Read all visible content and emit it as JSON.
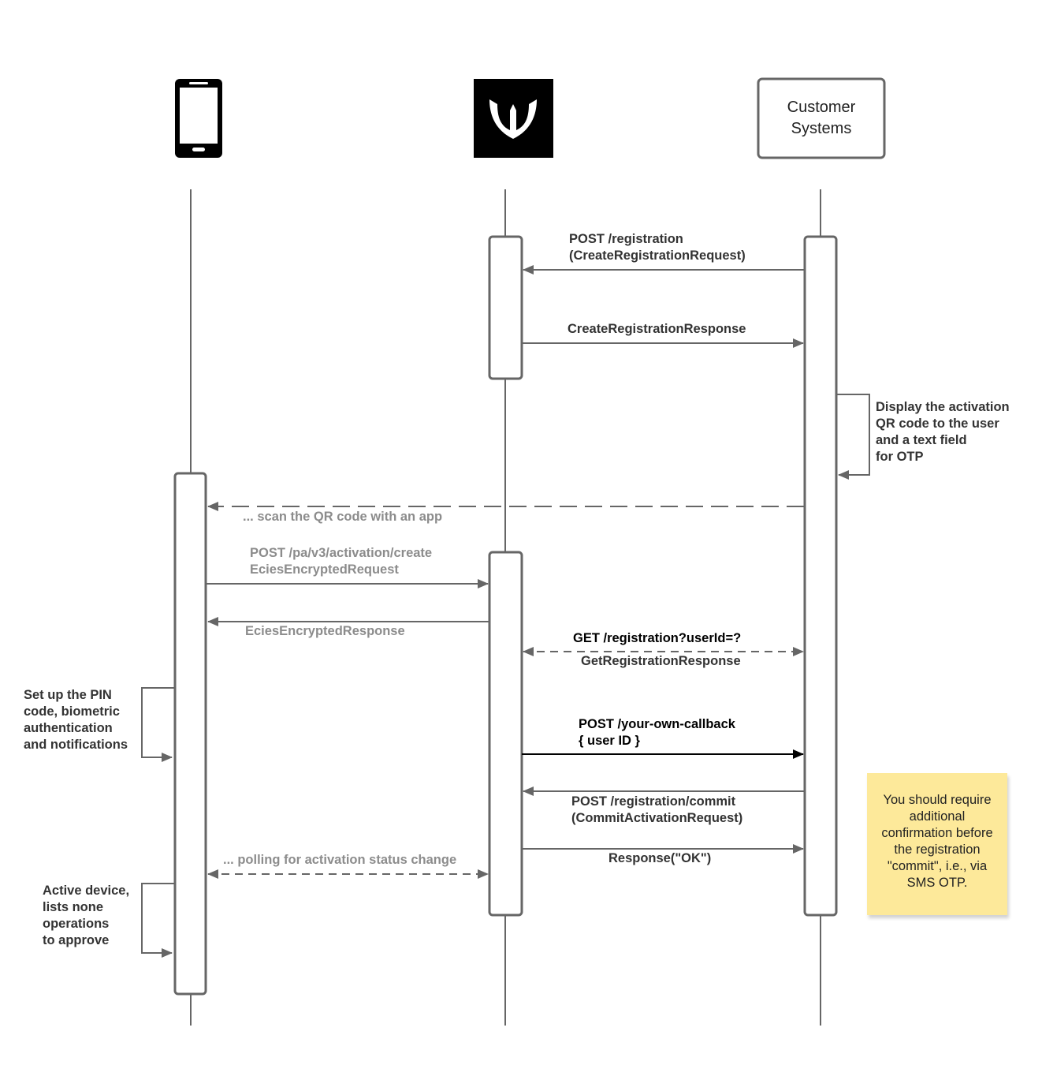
{
  "participants": {
    "mobile": {
      "icon": "smartphone-icon"
    },
    "server": {
      "icon": "shield-logo-icon"
    },
    "customer": {
      "label": "Customer\nSystems"
    }
  },
  "messages": {
    "m1": "POST /registration\n(CreateRegistrationRequest)",
    "m2": "CreateRegistrationResponse",
    "m3": "Display the activation\nQR code to the user\nand a text field\nfor OTP",
    "m4": "... scan the QR code with an app",
    "m5": "POST /pa/v3/activation/create\nEciesEncryptedRequest",
    "m6": "EciesEncryptedResponse",
    "m7a": "GET /registration?userId=?",
    "m7b": "GetRegistrationResponse",
    "m8": "Set up the PIN\ncode, biometric\nauthentication\nand notifications",
    "m9": "POST /your-own-callback\n{ user ID }",
    "m10": "POST /registration/commit\n(CommitActivationRequest)",
    "m11": "Response(\"OK\")",
    "m12": "... polling for activation status change",
    "m13": "Active device,\nlists none\noperations\nto approve"
  },
  "note": {
    "text": "You should require\nadditional\nconfirmation before\nthe registration\n\"commit\", i.e., via\nSMS OTP.",
    "color": "#fde99a"
  },
  "colors": {
    "line": "#666666",
    "dark": "#333333",
    "faded": "#8c8c8c",
    "callback": "#000000"
  }
}
